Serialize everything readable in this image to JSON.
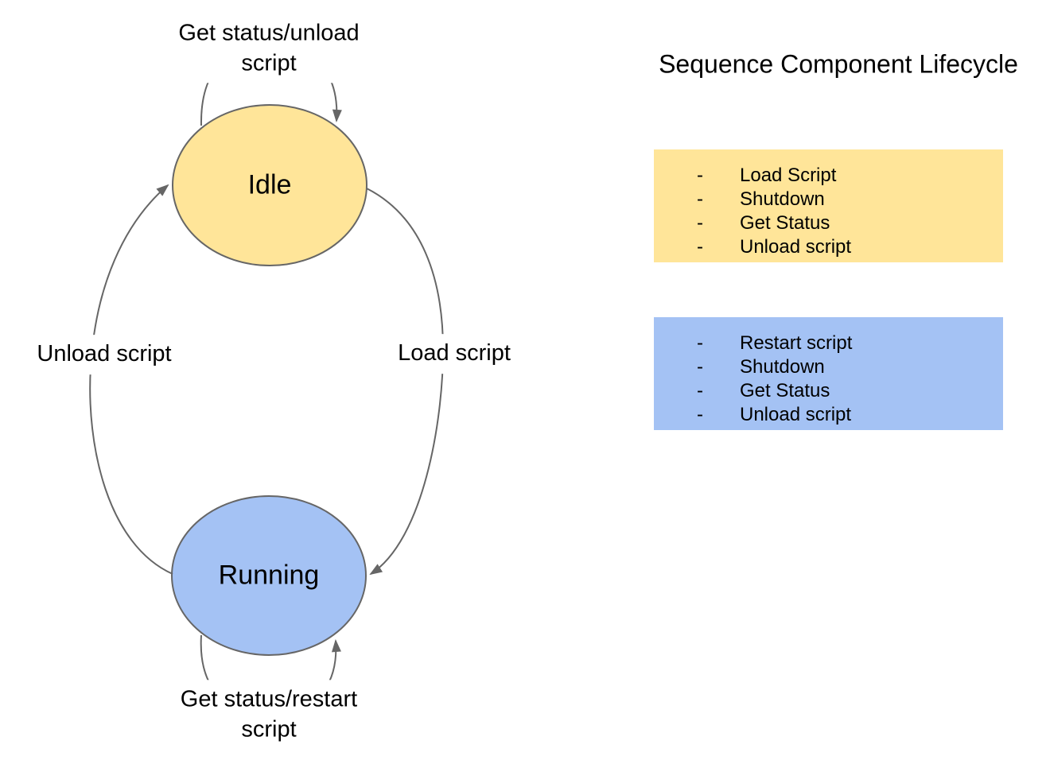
{
  "title": "Sequence Component Lifecycle",
  "diagram": {
    "states": [
      {
        "label": "Idle",
        "color": "#FFE599"
      },
      {
        "label": "Running",
        "color": "#A4C2F4"
      }
    ],
    "edges": [
      {
        "from": "Idle",
        "to": "Idle",
        "label": "Get status/unload script"
      },
      {
        "from": "Running",
        "to": "Idle",
        "label": "Unload script"
      },
      {
        "from": "Idle",
        "to": "Running",
        "label": "Load script"
      },
      {
        "from": "Running",
        "to": "Running",
        "label": "Get status/restart script"
      }
    ]
  },
  "legend": {
    "bullet": "-",
    "boxes": [
      {
        "color": "#FFE599",
        "items": [
          "Load Script",
          "Shutdown",
          "Get Status",
          "Unload script"
        ]
      },
      {
        "color": "#A4C2F4",
        "items": [
          "Restart script",
          "Shutdown",
          "Get Status",
          "Unload script"
        ]
      }
    ]
  },
  "colors": {
    "idle_fill": "#FFE599",
    "running_fill": "#A4C2F4",
    "edge_stroke": "#666666",
    "text": "#000000",
    "background": "#FFFFFF"
  }
}
